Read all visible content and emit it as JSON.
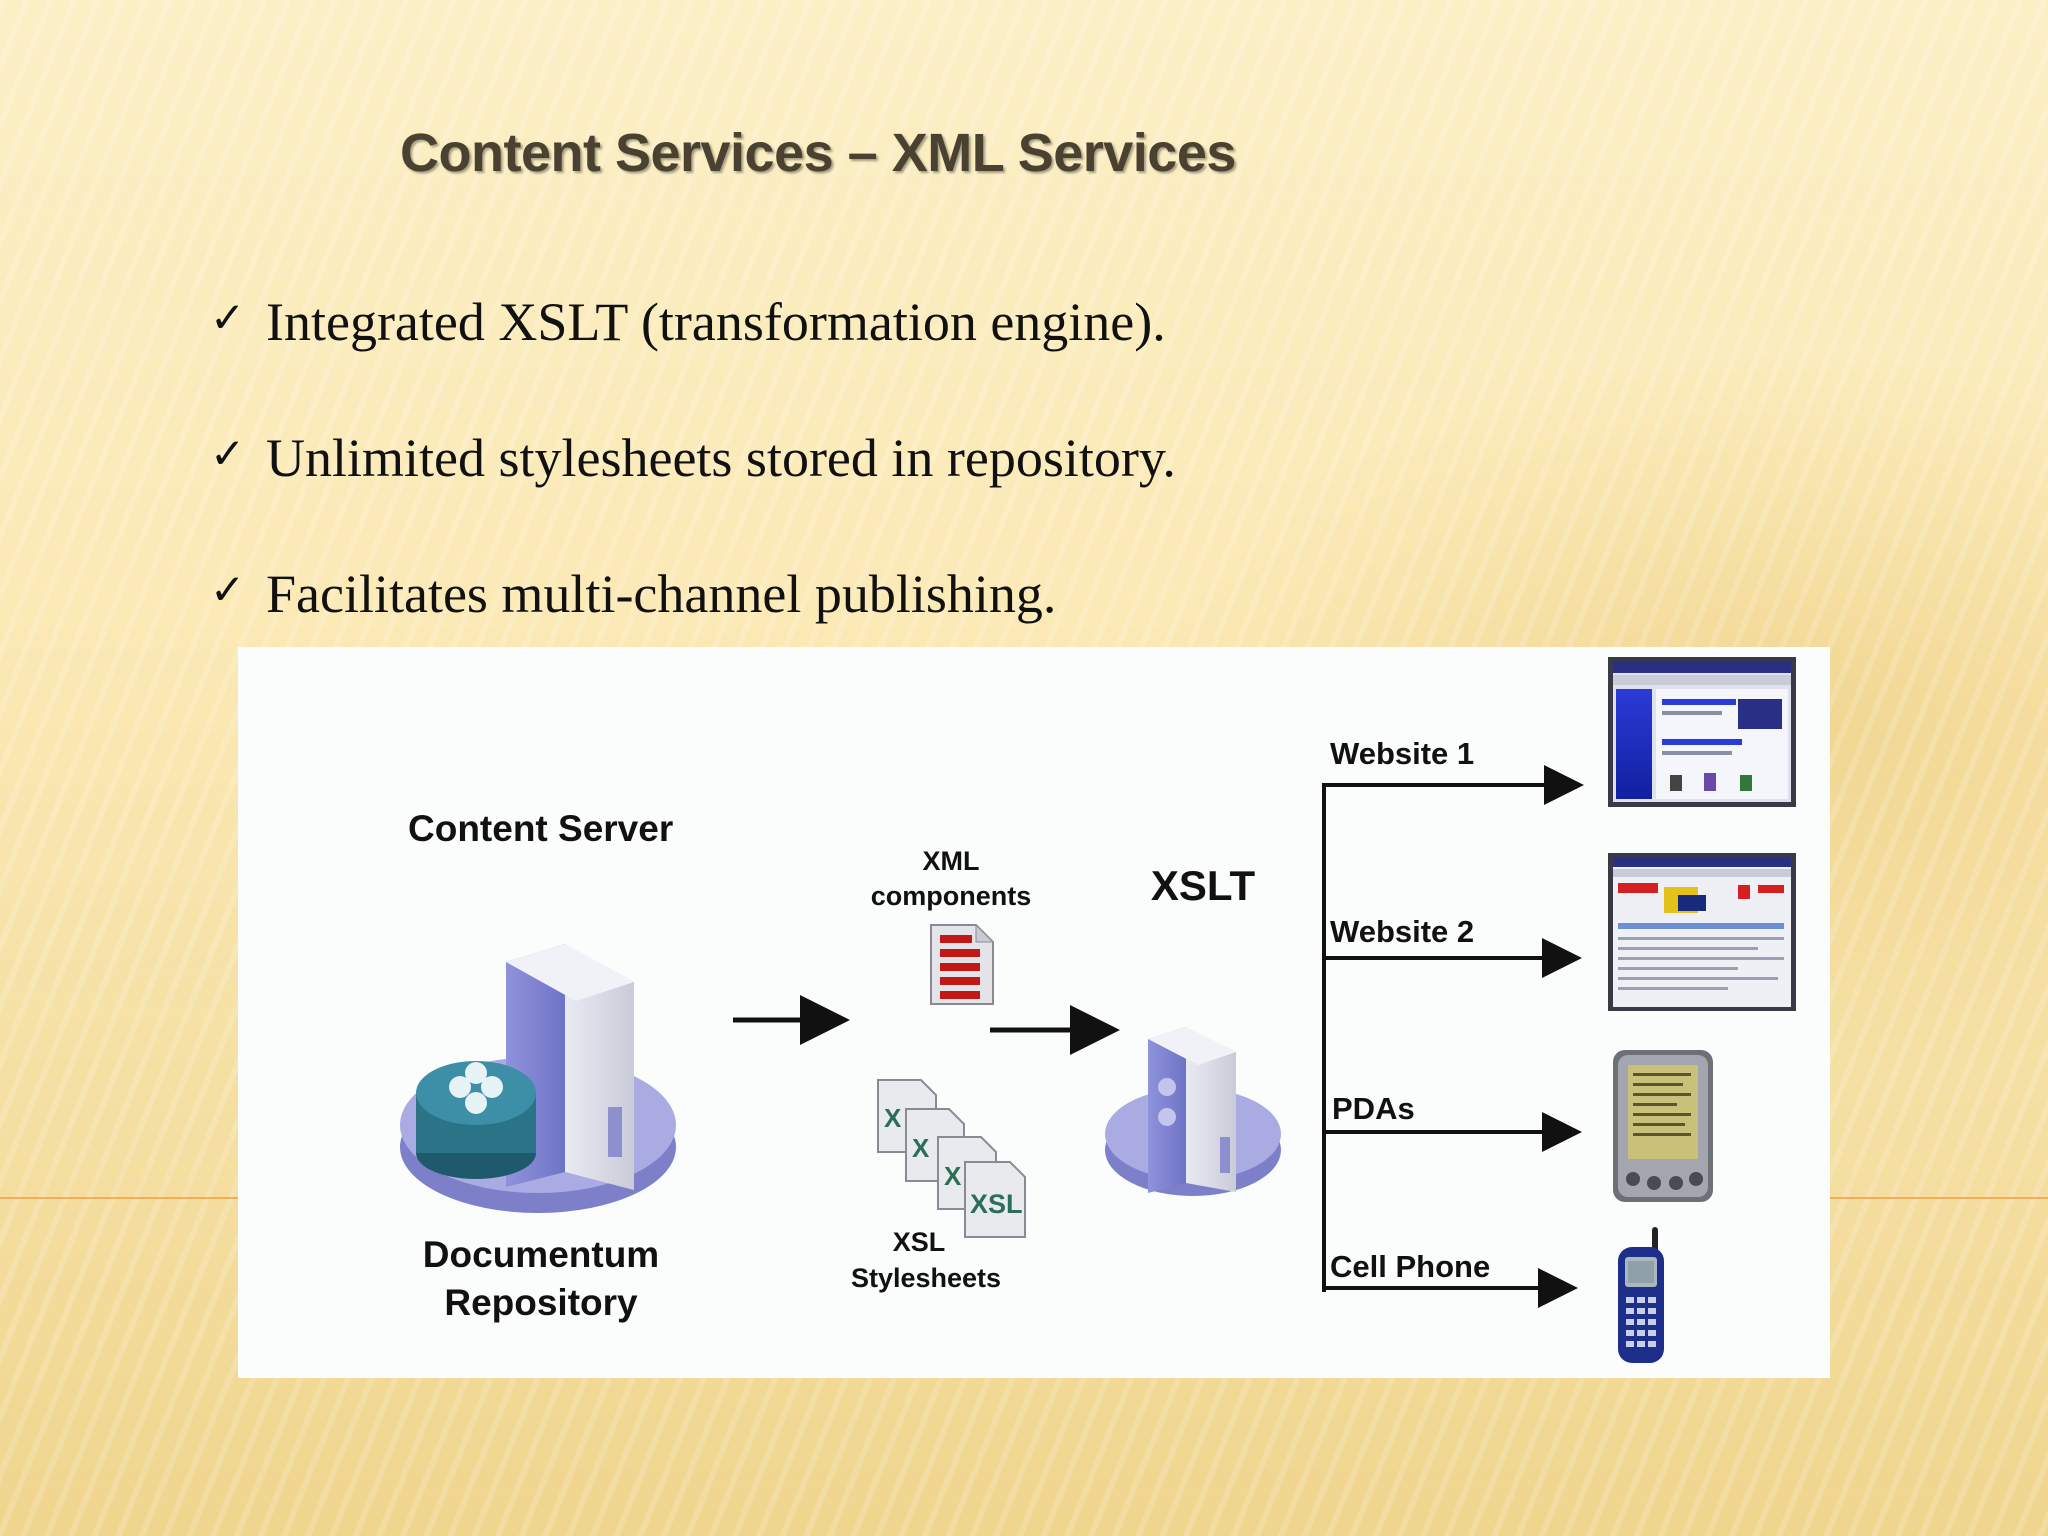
{
  "slide": {
    "title": "Content Services – XML Services",
    "bullets": [
      "Integrated XSLT (transformation engine).",
      "Unlimited stylesheets stored in repository.",
      "Facilitates multi-channel publishing."
    ]
  },
  "diagram": {
    "content_server_label": "Content Server",
    "repository_label_line1": "Documentum",
    "repository_label_line2": "Repository",
    "xml_components_line1": "XML",
    "xml_components_line2": "components",
    "xsl_stylesheets_line1": "XSL",
    "xsl_stylesheets_line2": "Stylesheets",
    "xsl_doc_label": "XSL",
    "xslt_label": "XSLT",
    "outputs": [
      {
        "label": "Website 1",
        "icon": "website-screenshot-icon"
      },
      {
        "label": "Website 2",
        "icon": "website-screenshot-icon"
      },
      {
        "label": "PDAs",
        "icon": "pda-icon"
      },
      {
        "label": "Cell Phone",
        "icon": "cell-phone-icon"
      }
    ]
  }
}
